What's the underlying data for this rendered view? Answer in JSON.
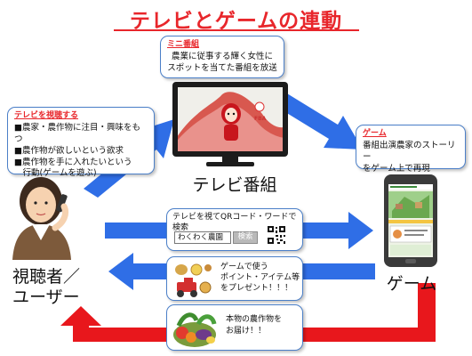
{
  "title": "テレビとゲームの連動",
  "mini_program": {
    "heading": "ミニ番組",
    "lines": [
      "農業に従事する輝く女性に",
      "スポットを当てた番組を放送"
    ]
  },
  "tv": {
    "label": "テレビ番組",
    "logo": "FBA"
  },
  "viewing": {
    "heading": "テレビを視聴する",
    "items": [
      "■農家・農作物に注目・興味をもつ",
      "■農作物が欲しいという欲求",
      "■農作物を手に入れたいという",
      "　行動(ゲームを遊ぶ)"
    ]
  },
  "game_box": {
    "heading": "ゲーム",
    "lines": [
      "番組出演農家のストーリー",
      "をゲーム上で再現"
    ]
  },
  "game_label": "ゲーム",
  "viewer_label": [
    "視聴者／",
    "ユーザー"
  ],
  "search_step": {
    "text": "テレビを視てQRコード・ワードで検索",
    "search_value": "わくわく農園",
    "search_button": "検索"
  },
  "points_step": {
    "lines": [
      "ゲームで使う",
      "ポイント・アイテム等",
      "をプレゼント！！！"
    ]
  },
  "delivery_step": {
    "lines": [
      "本物の農作物を",
      "お届け！！"
    ]
  },
  "colors": {
    "title_red": "#e8262b",
    "arrow_blue": "#2f6ee6",
    "arrow_red": "#e8171c",
    "box_border": "#4b7fc8"
  }
}
